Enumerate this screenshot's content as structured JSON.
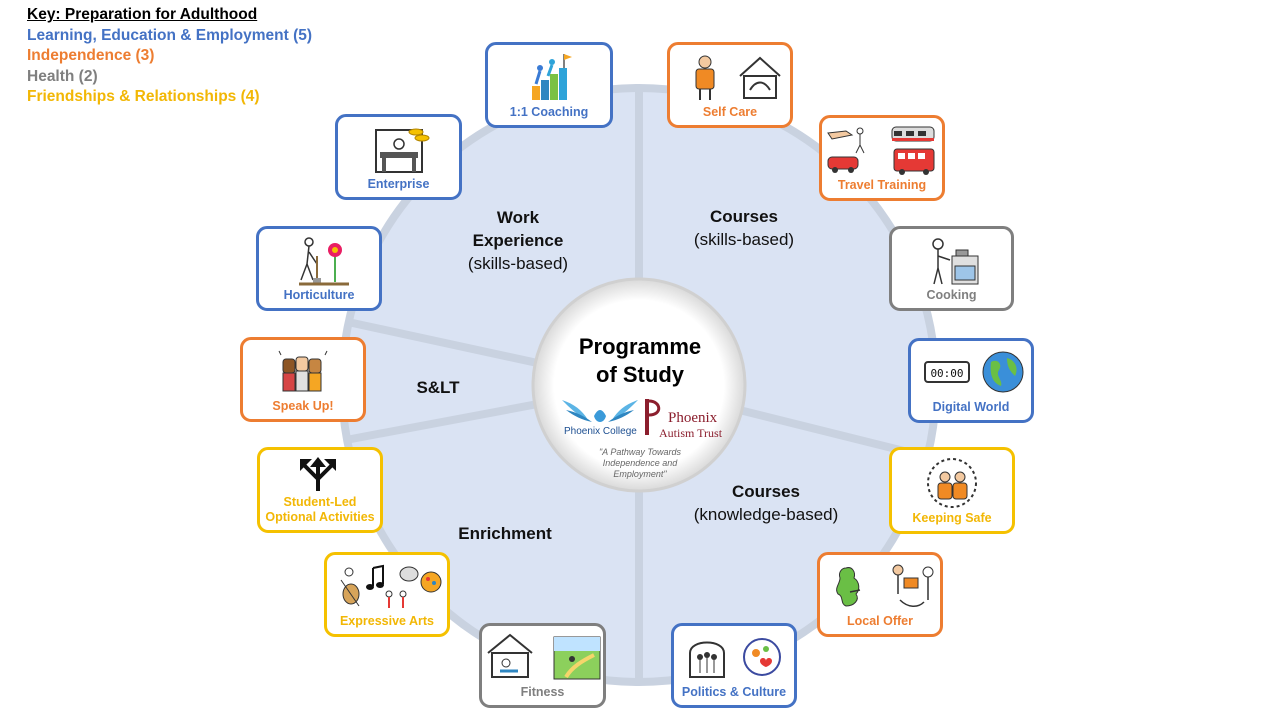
{
  "key": {
    "title": "Key: Preparation for Adulthood",
    "items": [
      {
        "label": "Learning, Education & Employment (5)",
        "color": "#4472c4"
      },
      {
        "label": "Independence (3)",
        "color": "#ed7d31"
      },
      {
        "label": "Health (2)",
        "color": "#7f7f7f"
      },
      {
        "label": "Friendships & Relationships (4)",
        "color": "#f2b705"
      }
    ]
  },
  "center": {
    "title_line1": "Programme",
    "title_line2": "of Study",
    "college_name": "Phoenix College",
    "trust_line1": "Phoenix",
    "trust_line2": "Autism Trust",
    "tagline": "\"A Pathway Towards Independence and Employment\""
  },
  "segments": {
    "work_experience": {
      "line1": "Work",
      "line2": "Experience",
      "sub": "(skills-based)"
    },
    "courses_skills": {
      "line1": "Courses",
      "sub": "(skills-based)"
    },
    "slt": {
      "label": "S&LT"
    },
    "enrichment": {
      "label": "Enrichment"
    },
    "courses_knowledge": {
      "line1": "Courses",
      "sub": "(knowledge-based)"
    }
  },
  "boxes": {
    "coaching": "1:1 Coaching",
    "self_care": "Self Care",
    "travel_training": "Travel Training",
    "cooking": "Cooking",
    "digital_world": "Digital World",
    "keeping_safe": "Keeping Safe",
    "local_offer": "Local Offer",
    "politics_culture": "Politics & Culture",
    "fitness": "Fitness",
    "expressive_arts": "Expressive Arts",
    "student_led_line1": "Student-Led",
    "student_led_line2": "Optional Activities",
    "speak_up": "Speak Up!",
    "horticulture": "Horticulture",
    "enterprise": "Enterprise"
  },
  "colors": {
    "wheel_fill": "#dae3f3",
    "wheel_rim": "#c9d2e0",
    "blue": "#4472c4",
    "orange": "#ed7d31",
    "grey": "#7f7f7f",
    "yellow": "#f5c100"
  },
  "icons": {
    "coaching": "podium-steps-icon",
    "self_care": "person-and-caring-house-icon",
    "travel_training": "train-bus-car-icon",
    "cooking": "person-cooking-icon",
    "digital_world": "digital-clock-and-globe-icon",
    "keeping_safe": "people-safe-circle-icon",
    "local_offer": "uk-map-and-person-icon",
    "politics_culture": "parliament-and-culture-icon",
    "fitness": "gym-and-park-icon",
    "expressive_arts": "music-drama-art-icon",
    "student_led": "branching-arrows-icon",
    "speak_up": "raised-fists-icon",
    "horticulture": "person-gardening-icon",
    "enterprise": "desk-and-coins-icon"
  }
}
